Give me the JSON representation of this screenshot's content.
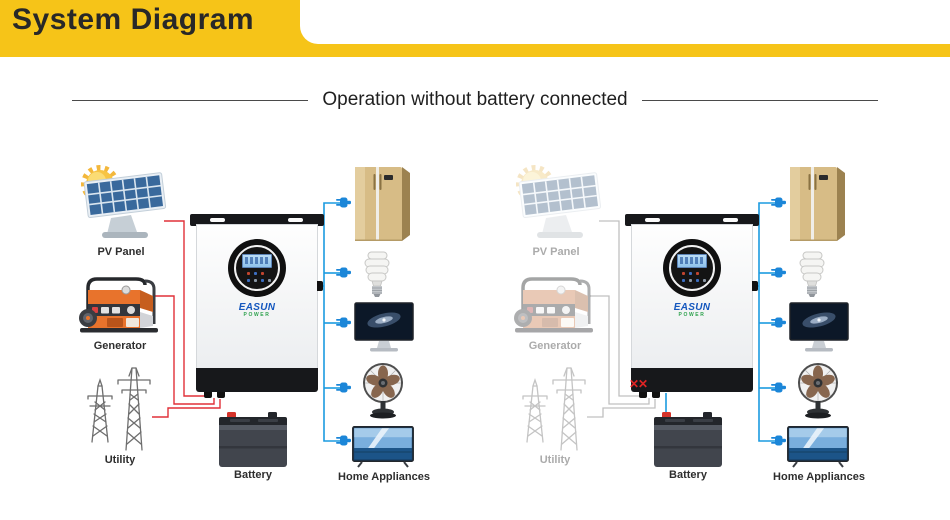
{
  "header": {
    "title": "System Diagram"
  },
  "subtitle": "Operation without battery connected",
  "colors": {
    "banner_yellow": "#F6C418",
    "wire_source_active": "#E03038",
    "wire_source_inactive": "#C0C0C0",
    "wire_ac": "#1B9BE0",
    "fault_red": "#E02424",
    "plug_blue": "#1B86D8"
  },
  "inverter_brand": {
    "name": "EASUN",
    "sub": "POWER"
  },
  "icons": [
    "sun",
    "solar-panel",
    "generator",
    "utility-towers",
    "inverter-display",
    "battery",
    "refrigerator",
    "cfl-bulb",
    "monitor",
    "fan",
    "tv",
    "power-plug",
    "fault-x"
  ],
  "diagram_left": {
    "labels": {
      "pv": "PV Panel",
      "generator": "Generator",
      "utility": "Utility",
      "battery": "Battery",
      "appliances": "Home Appliances"
    }
  },
  "diagram_right": {
    "labels": {
      "pv": "PV Panel",
      "generator": "Generator",
      "utility": "Utility",
      "battery": "Battery",
      "appliances": "Home Appliances"
    },
    "fault_marks": "✕✕"
  }
}
